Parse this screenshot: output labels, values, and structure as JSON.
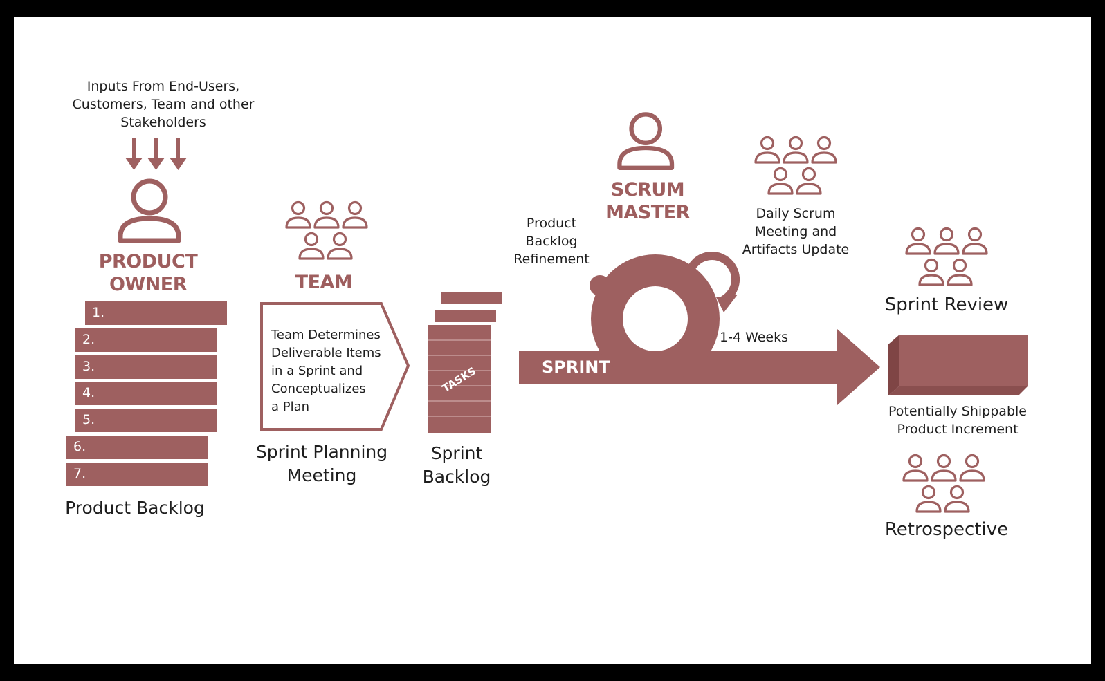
{
  "colors": {
    "accent": "#9e6060",
    "accent_light": "#a86a6a",
    "background": "#ffffff",
    "frame": "#000000",
    "text": "#1e1e1e"
  },
  "inputs_text": "Inputs From End-Users,\nCustomers, Team and other\nStakeholders",
  "product_owner": {
    "title": "PRODUCT\nOWNER",
    "icon": "person-icon"
  },
  "product_backlog": {
    "items": [
      "1.",
      "2.",
      "3.",
      "4.",
      "5.",
      "6.",
      "7."
    ],
    "label": "Product Backlog"
  },
  "team": {
    "title": "TEAM",
    "icon": "group-icon"
  },
  "sprint_planning": {
    "box_text": "Team Determines\nDeliverable Items\nin a Sprint and\nConceptualizes\na Plan",
    "label": "Sprint Planning\nMeeting"
  },
  "sprint_backlog": {
    "tasks_label": "TASKS",
    "label": "Sprint\nBacklog"
  },
  "scrum_master": {
    "title": "SCRUM MASTER",
    "icon": "person-icon"
  },
  "refinement_text": "Product\nBacklog\nRefinement",
  "daily_scrum_text": "Daily Scrum\nMeeting and\nArtifacts Update",
  "sprint": {
    "label": "SPRINT",
    "duration": "1-4 Weeks"
  },
  "sprint_review": {
    "label": "Sprint Review",
    "icon": "group-icon"
  },
  "increment": {
    "label": "Potentially Shippable\nProduct Increment"
  },
  "retrospective": {
    "label": "Retrospective",
    "icon": "group-icon"
  }
}
